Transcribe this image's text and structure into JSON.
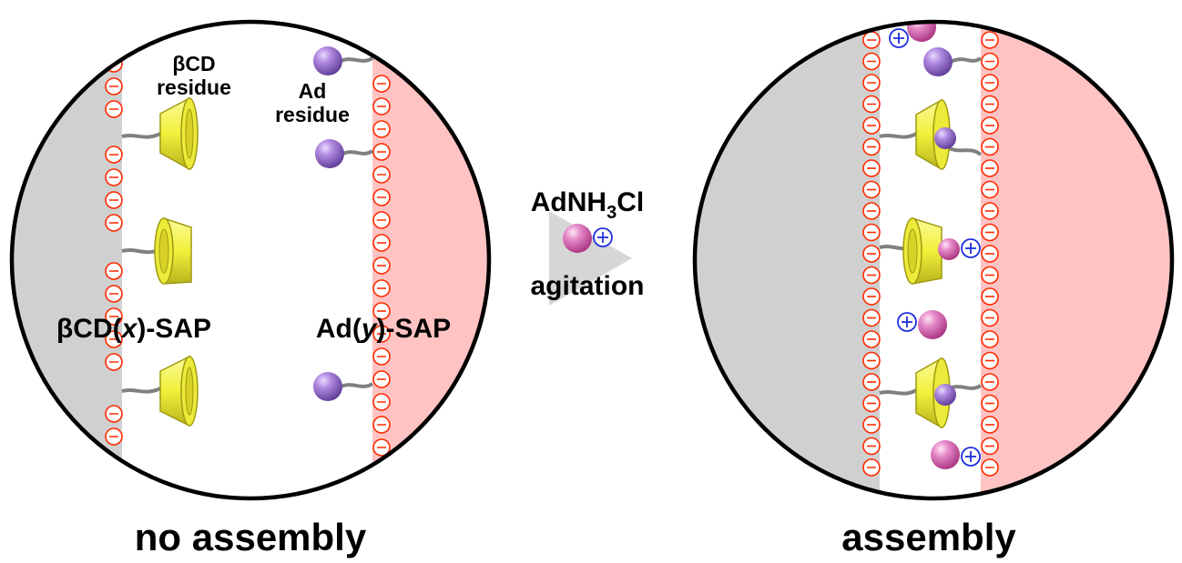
{
  "colors": {
    "gel_gray": "#d0d0d0",
    "gel_pink": "#ffc3c3",
    "circle_stroke": "#000000",
    "negative_charge": "#ff2a00",
    "positive_charge": "#1f2fe0",
    "cyclodextrin": "#f3f34a",
    "adamantane": "#9b6fd0",
    "guest_ammonium": "#e070b8",
    "linker": "#808080",
    "arrow": "#d6d6d6"
  },
  "left_panel": {
    "label_cd_residue_line1": "βCD",
    "label_cd_residue_line2": "residue",
    "label_ad_residue_line1": "Ad",
    "label_ad_residue_line2": "residue",
    "label_cd_gel_prefix": "βCD(",
    "label_cd_gel_var": "x",
    "label_cd_gel_suffix": ")-SAP",
    "label_ad_gel_prefix": "Ad(",
    "label_ad_gel_var": "y",
    "label_ad_gel_suffix": ")-SAP",
    "caption": "no assembly"
  },
  "arrow": {
    "reagent_main": "AdNH",
    "reagent_sub": "3",
    "reagent_tail": "Cl",
    "condition": "agitation"
  },
  "right_panel": {
    "caption": "assembly"
  },
  "charges": {
    "negative_symbol": "−",
    "positive_symbol": "+"
  }
}
